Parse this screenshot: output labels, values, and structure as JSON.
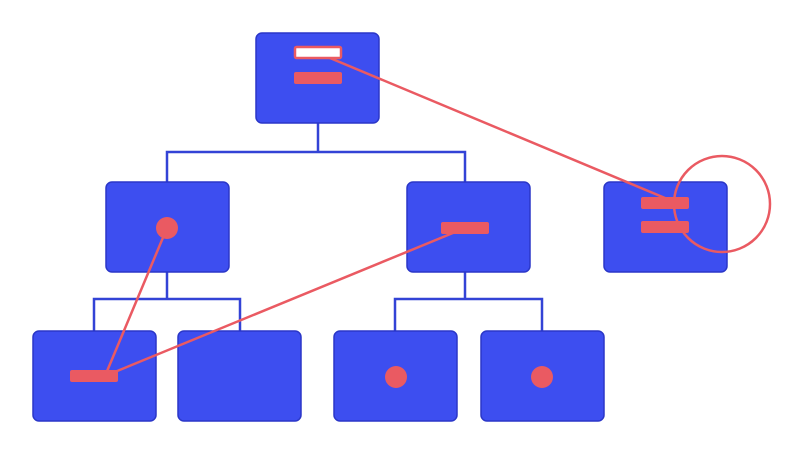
{
  "colors": {
    "background": "#ffffff",
    "node_fill": "#3d4ef0",
    "node_border": "#2b37c8",
    "tree_line": "#3343d6",
    "accent": "#ea5a62"
  },
  "nodes": [
    {
      "id": "root",
      "marker": "bars-outline-over-solid"
    },
    {
      "id": "mid-left",
      "marker": "dot"
    },
    {
      "id": "mid-center",
      "marker": "bar"
    },
    {
      "id": "side-right",
      "marker": "double-bar"
    },
    {
      "id": "leaf-1",
      "marker": "bar"
    },
    {
      "id": "leaf-2",
      "marker": "none"
    },
    {
      "id": "leaf-3",
      "marker": "dot"
    },
    {
      "id": "leaf-4",
      "marker": "dot"
    }
  ],
  "tree_edges": [
    {
      "from": "root",
      "to": "mid-left"
    },
    {
      "from": "root",
      "to": "mid-center"
    },
    {
      "from": "mid-left",
      "to": "leaf-1"
    },
    {
      "from": "mid-left",
      "to": "leaf-2"
    },
    {
      "from": "mid-center",
      "to": "leaf-3"
    },
    {
      "from": "mid-center",
      "to": "leaf-4"
    }
  ],
  "links": [
    {
      "from": "root",
      "to": "side-right"
    },
    {
      "from": "mid-left",
      "to": "leaf-1"
    },
    {
      "from": "mid-center",
      "to": "leaf-1"
    }
  ],
  "highlight": {
    "target": "side-right",
    "shape": "circle"
  }
}
